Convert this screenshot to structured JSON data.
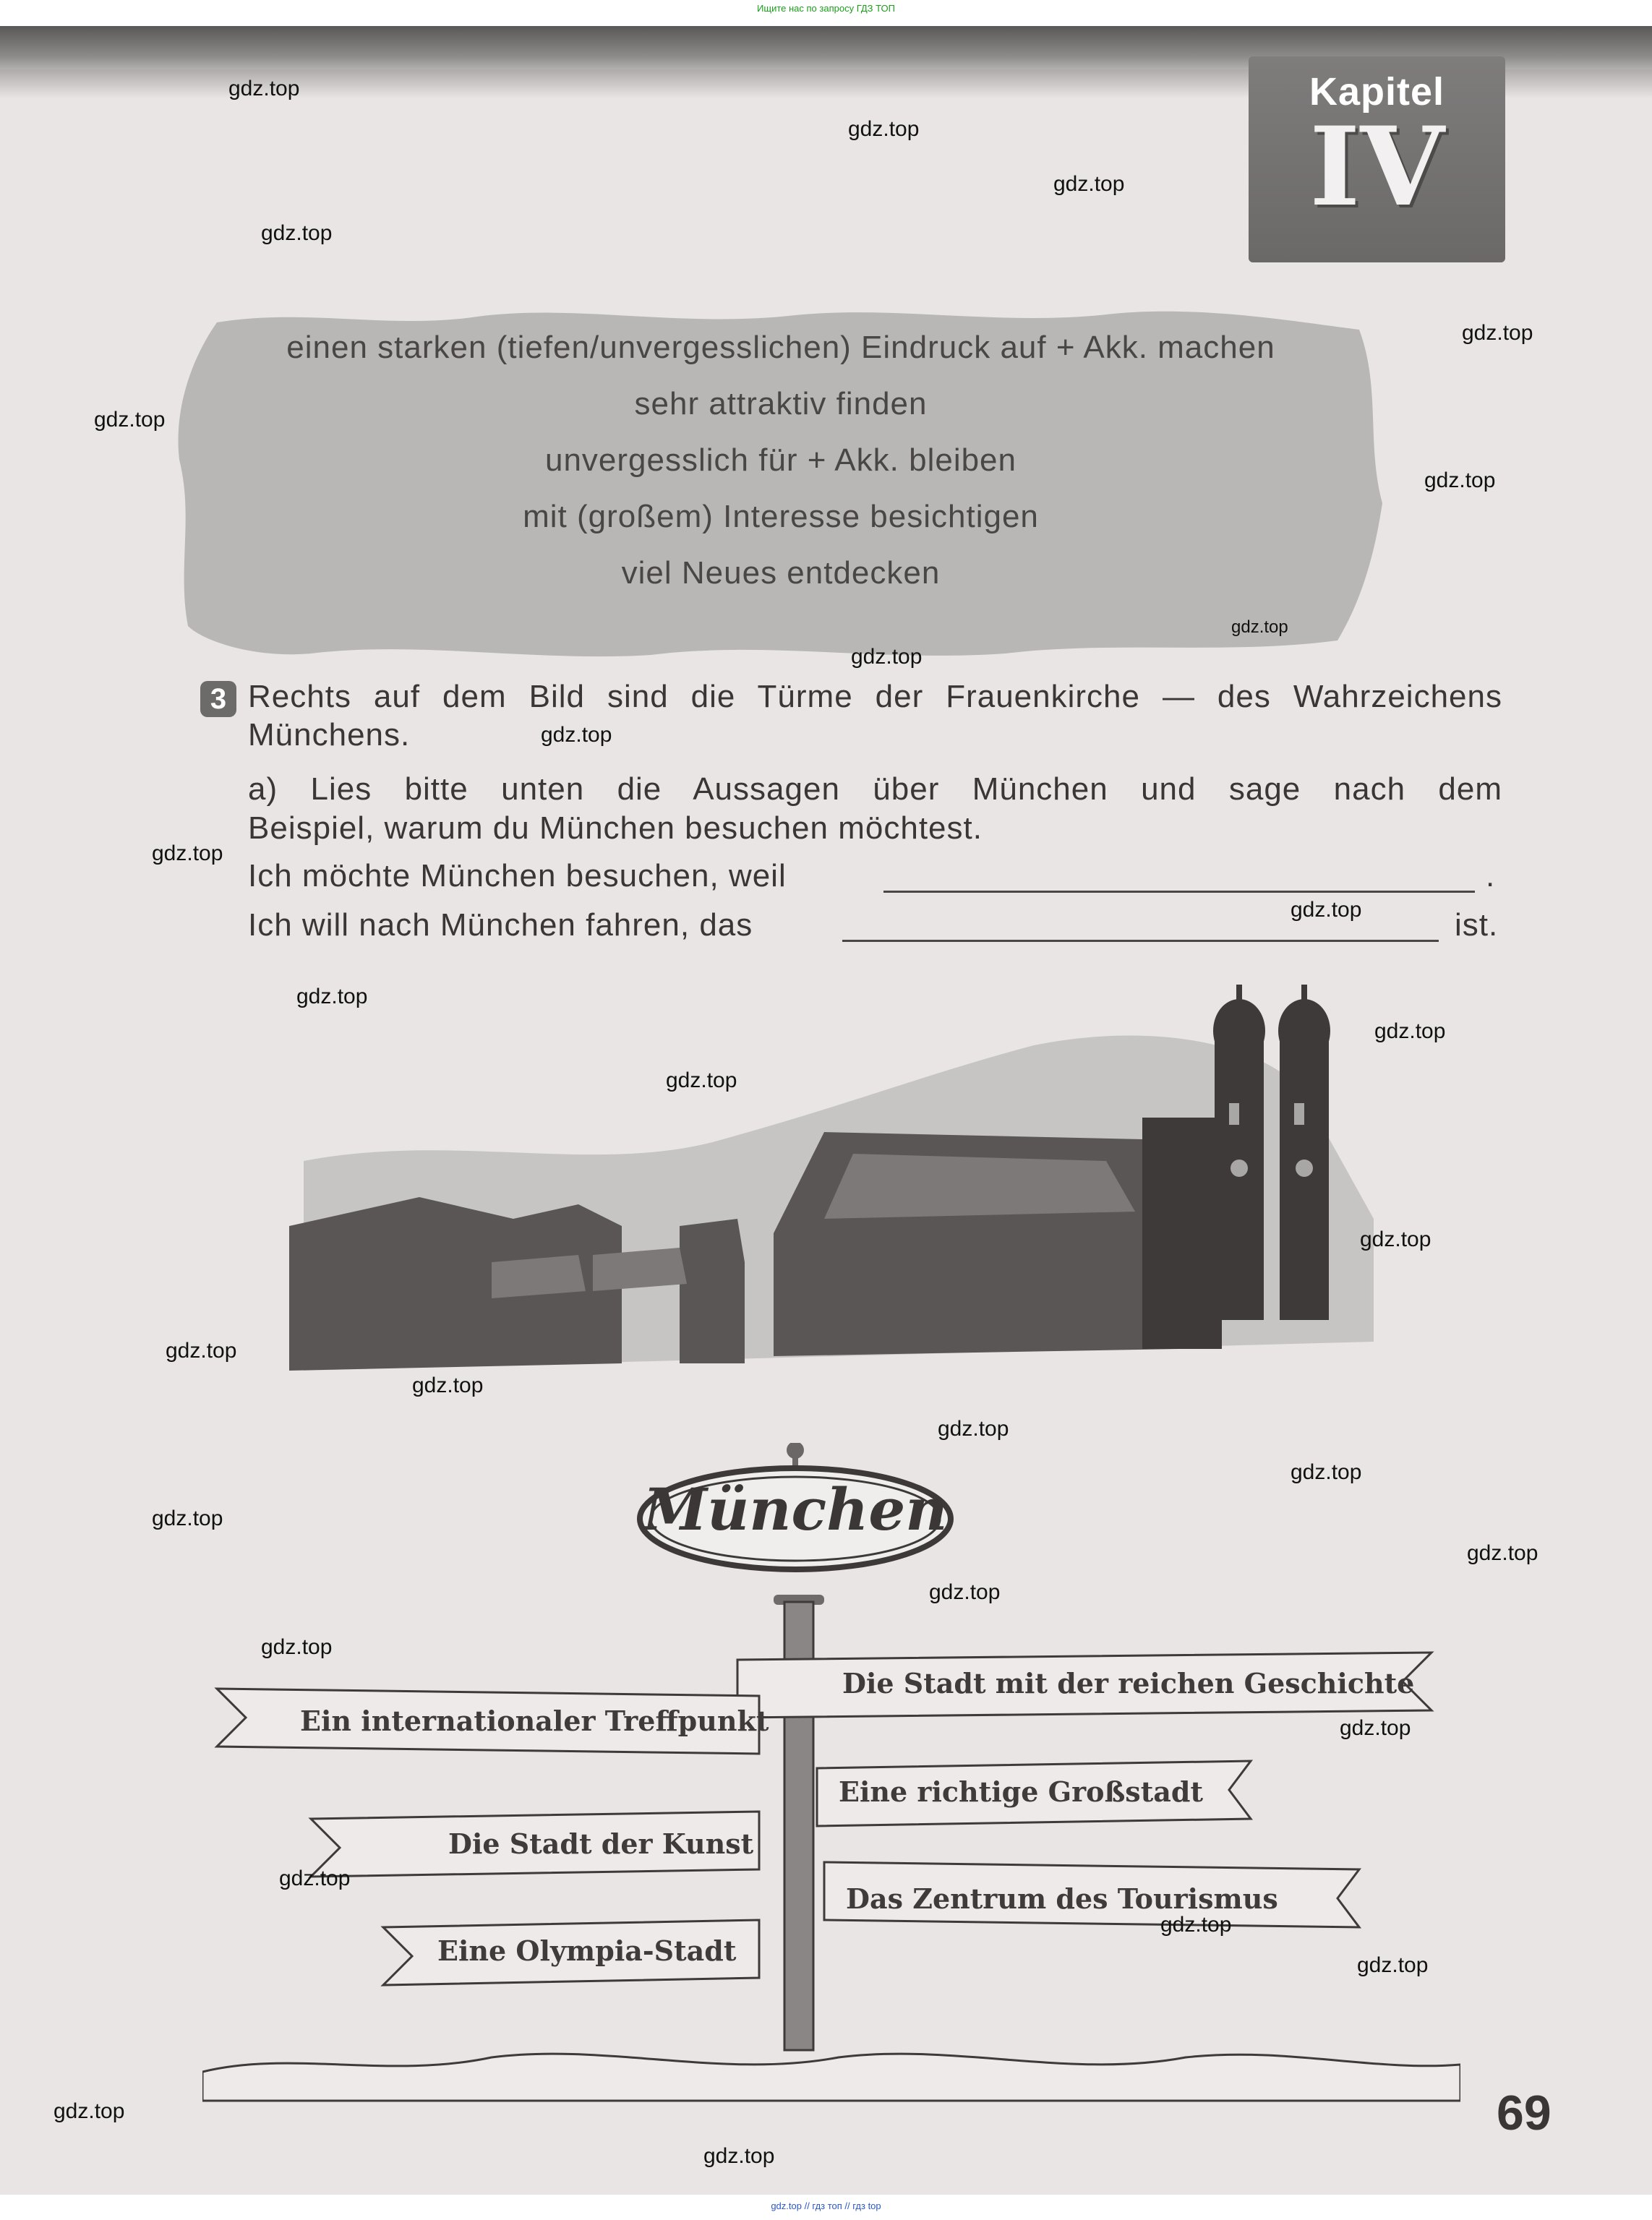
{
  "banner_top": "Ищите нас по запросу ГДЗ ТОП",
  "banner_bottom": "gdz.top // гдз топ // гдз top",
  "chapter": {
    "word": "Kapitel",
    "number": "IV"
  },
  "phrases": [
    "einen starken (tiefen/unvergesslichen) Eindruck auf + Akk. machen",
    "sehr attraktiv finden",
    "unvergesslich für + Akk. bleiben",
    "mit (großem) Interesse besichtigen",
    "viel Neues entdecken"
  ],
  "task": {
    "number": "3",
    "intro_line1": "Rechts auf dem Bild sind die Türme der Frauenkirche — des Wahrzeichens",
    "intro_line2": "Münchens.",
    "a_line1": "a) Lies bitte unten die Aussagen über München und sage nach dem",
    "a_line2": "Beispiel, warum du München besuchen möchtest.",
    "example1_start": "Ich möchte München besuchen, weil",
    "example1_end": ".",
    "example2_start": "Ich will nach München fahren, das",
    "example2_end": "ist."
  },
  "signpost": {
    "title": "München",
    "left_signs": [
      "Ein internationaler Treffpunkt",
      "Die Stadt der Kunst",
      "Eine Olympia-Stadt"
    ],
    "right_signs": [
      "Die Stadt mit der reichen Geschichte",
      "Eine richtige Großstadt",
      "Das Zentrum des Tourismus"
    ]
  },
  "page_number": "69",
  "watermark": "gdz.top"
}
